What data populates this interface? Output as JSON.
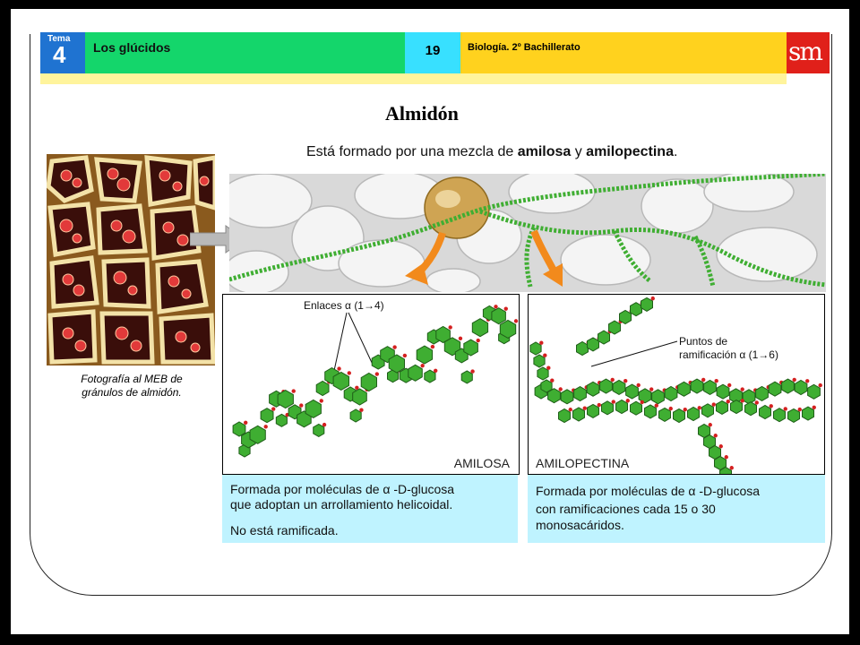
{
  "header": {
    "tema_label": "Tema",
    "tema_number": "4",
    "chapter_title": "Los glúcidos",
    "page_number": "19",
    "subject": "Biología. 2º Bachillerato",
    "publisher_logo": "sm"
  },
  "colors": {
    "tema_bg": "#1f73d1",
    "chapter_bg": "#14d66b",
    "number_bg": "#38e0ff",
    "subject_bg": "#ffd21e",
    "logo_bg": "#e0201a",
    "caption_bg": "#bff3ff",
    "chain_green": "#3fae32"
  },
  "main": {
    "title": "Almidón",
    "intro_prefix": "Está formado por una mezcla de ",
    "intro_term1": "amilosa",
    "intro_mid": " y ",
    "intro_term2": "amilopectina",
    "intro_suffix": "."
  },
  "photo": {
    "caption_line1": "Fotografía al MEB de",
    "caption_line2": "gránulos de almidón."
  },
  "amilosa": {
    "annotation_prefix": "Enlaces ",
    "annotation_alpha": "α",
    "annotation_bond": "(1→4)",
    "name": "AMILOSA",
    "desc_line1": "Formada por moléculas de α -D-glucosa",
    "desc_line2": "que adoptan un arrollamiento helicoidal.",
    "desc_line3": "No está ramificada."
  },
  "amilopectina": {
    "annotation_line1": "Puntos de",
    "annotation_prefix": "ramificación ",
    "annotation_alpha": "α",
    "annotation_bond": "(1→6)",
    "name": "AMILOPECTINA",
    "desc_line1": "Formada por moléculas de α -D-glucosa",
    "desc_line2": "con ramificaciones cada 15 o 30",
    "desc_line3": "monosacáridos."
  }
}
